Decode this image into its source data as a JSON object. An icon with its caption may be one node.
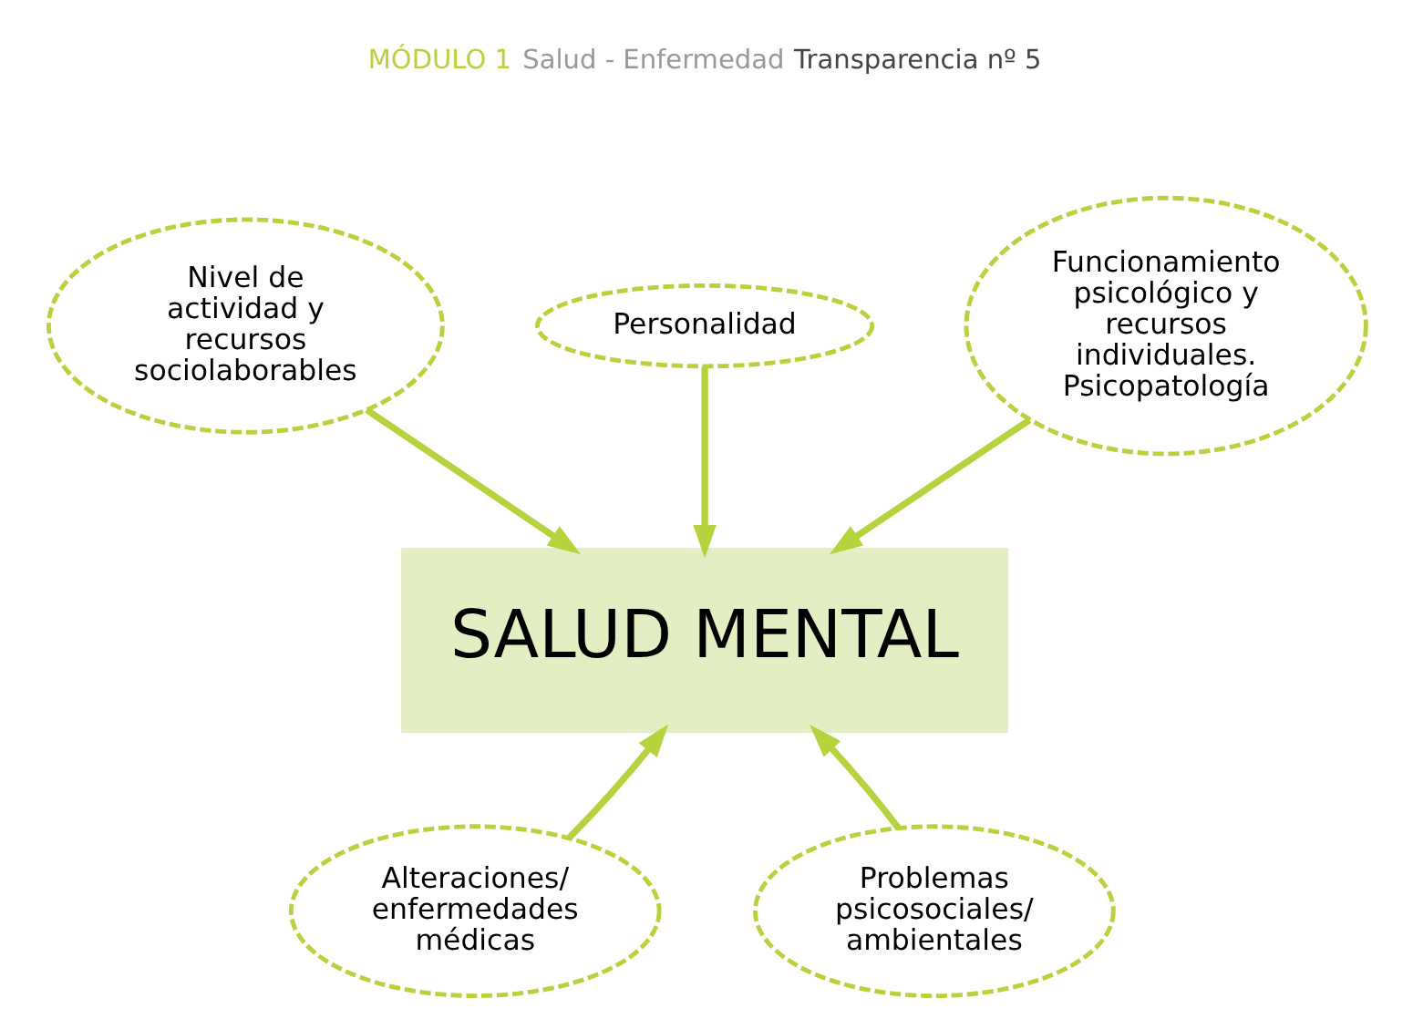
{
  "diagram": {
    "nodes": [
      {
        "text": [
          "Personalidad"
        ]
      },
      {
        "text": [
          "Nivel de actividad y recursos sociolaborables"
        ]
      },
      {
        "text": [
          "Funcionamiento psicológico y recursos individuales. Psicopatología"
        ]
      },
      {
        "text": [
          "SALUD MENTAL"
        ]
      },
      {
        "text": [
          "Alteraciones/ enfermedades médicas"
        ]
      },
      {
        "text": [
          "Problemas psicosociales/ ambientales"
        ]
      }
    ],
    "edges": [
      {
        "from": 1,
        "to": 3,
        "arrow": "to"
      },
      {
        "from": 0,
        "to": 3,
        "arrow": "to"
      },
      {
        "from": 2,
        "to": 3,
        "arrow": "to"
      },
      {
        "from": 4,
        "to": 3,
        "arrow": "to"
      },
      {
        "from": 5,
        "to": 3,
        "arrow": "to"
      }
    ],
    "labels": [
      "MÓDULO 1",
      "Salud - Enfermedad",
      "Transparencia nº 5"
    ]
  }
}
